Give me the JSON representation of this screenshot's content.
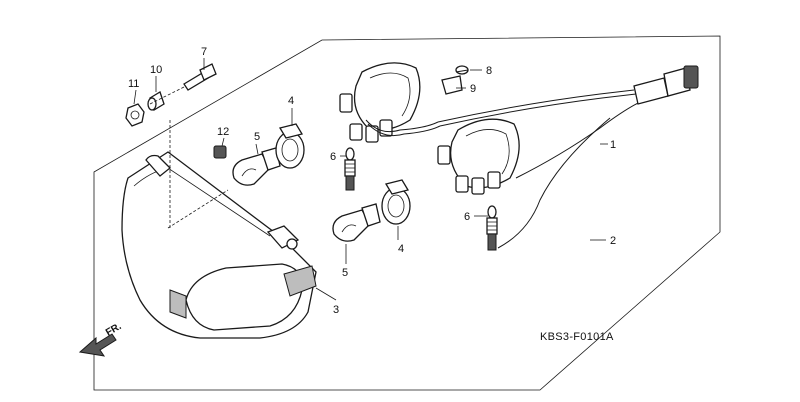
{
  "diagram": {
    "callouts": [
      "1",
      "2",
      "3",
      "4",
      "4",
      "5",
      "5",
      "6",
      "6",
      "7",
      "8",
      "9",
      "10",
      "11",
      "12"
    ],
    "diagram_code": "KBS3-F0101A",
    "front_arrow_label": "FR."
  }
}
